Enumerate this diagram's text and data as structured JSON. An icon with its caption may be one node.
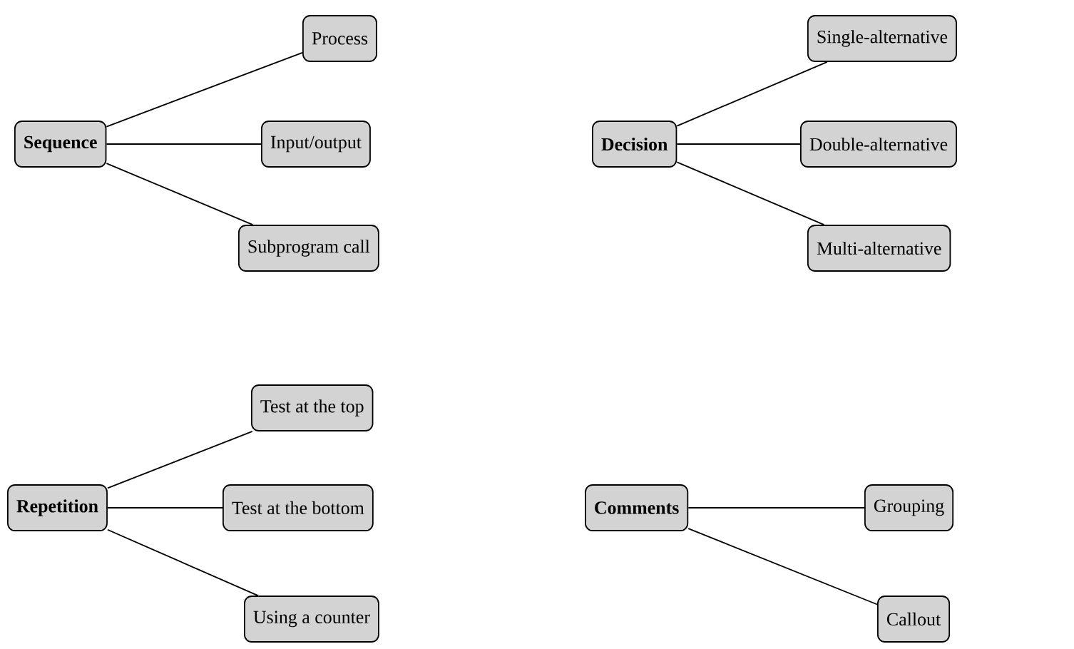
{
  "diagram": {
    "nodes": [
      {
        "text": [
          "Sequence"
        ]
      },
      {
        "text": [
          "Process"
        ]
      },
      {
        "text": [
          "Input/output"
        ]
      },
      {
        "text": [
          "Subprogram call"
        ]
      },
      {
        "text": [
          "Decision"
        ]
      },
      {
        "text": [
          "Single-alternative"
        ]
      },
      {
        "text": [
          "Double-alternative"
        ]
      },
      {
        "text": [
          "Multi-alternative"
        ]
      },
      {
        "text": [
          "Repetition"
        ]
      },
      {
        "text": [
          "Test at the top"
        ]
      },
      {
        "text": [
          "Test at the bottom"
        ]
      },
      {
        "text": [
          "Using a counter"
        ]
      },
      {
        "text": [
          "Comments"
        ]
      },
      {
        "text": [
          "Grouping"
        ]
      },
      {
        "text": [
          "Callout"
        ]
      }
    ],
    "edges": [
      {
        "from": 0,
        "to": 1,
        "arrow": "none"
      },
      {
        "from": 0,
        "to": 2,
        "arrow": "none"
      },
      {
        "from": 0,
        "to": 3,
        "arrow": "none"
      },
      {
        "from": 4,
        "to": 5,
        "arrow": "none"
      },
      {
        "from": 4,
        "to": 6,
        "arrow": "none"
      },
      {
        "from": 4,
        "to": 7,
        "arrow": "none"
      },
      {
        "from": 8,
        "to": 9,
        "arrow": "none"
      },
      {
        "from": 8,
        "to": 10,
        "arrow": "none"
      },
      {
        "from": 8,
        "to": 11,
        "arrow": "none"
      },
      {
        "from": 12,
        "to": 13,
        "arrow": "none"
      },
      {
        "from": 12,
        "to": 14,
        "arrow": "none"
      }
    ]
  }
}
